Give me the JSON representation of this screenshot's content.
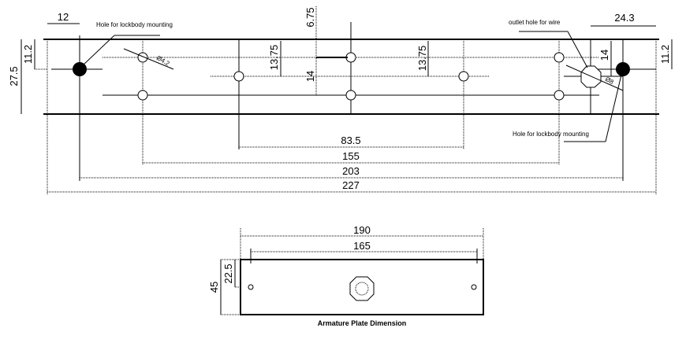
{
  "lock_plate": {
    "label_hole_lockbody_left": "Hole for lockbody mounting",
    "label_hole_lockbody_right": "Hole for lockbody mounting",
    "label_outlet_hole": "outlet hole for wire",
    "dims": {
      "d12": "12",
      "d11_2_left": "11.2",
      "d27_5": "27.5",
      "d6_75": "6.75",
      "d13_75_left": "13.75",
      "d14_center": "14",
      "d13_75_right": "13.75",
      "d24_3": "24.3",
      "d14_right": "14",
      "d11_2_right": "11.2",
      "d83_5": "83.5",
      "d155": "155",
      "d203": "203",
      "d227": "227",
      "hole_dia_small": "Ø4.2",
      "hole_dia_wire": "Ø8"
    }
  },
  "armature_plate": {
    "title": "Armature Plate Dimension",
    "dims": {
      "d190": "190",
      "d165": "165",
      "d22_5": "22.5",
      "d45": "45"
    }
  }
}
